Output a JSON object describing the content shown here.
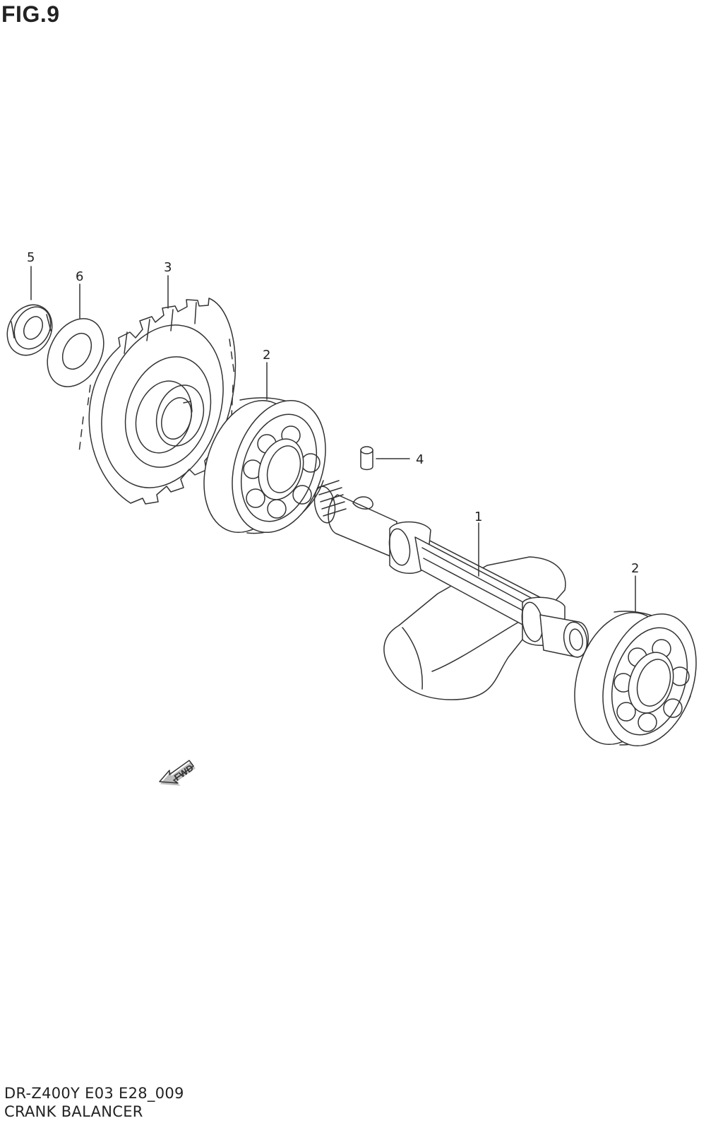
{
  "figure": {
    "title": "FIG.9",
    "code": "DR-Z400Y E03 E28_009",
    "name": "CRANK BALANCER"
  },
  "callouts": {
    "c1": "1",
    "c2a": "2",
    "c2b": "2",
    "c3": "3",
    "c4": "4",
    "c5": "5",
    "c6": "6"
  },
  "fwd_label": "FWD",
  "colors": {
    "line": "#333333",
    "background": "#ffffff"
  }
}
